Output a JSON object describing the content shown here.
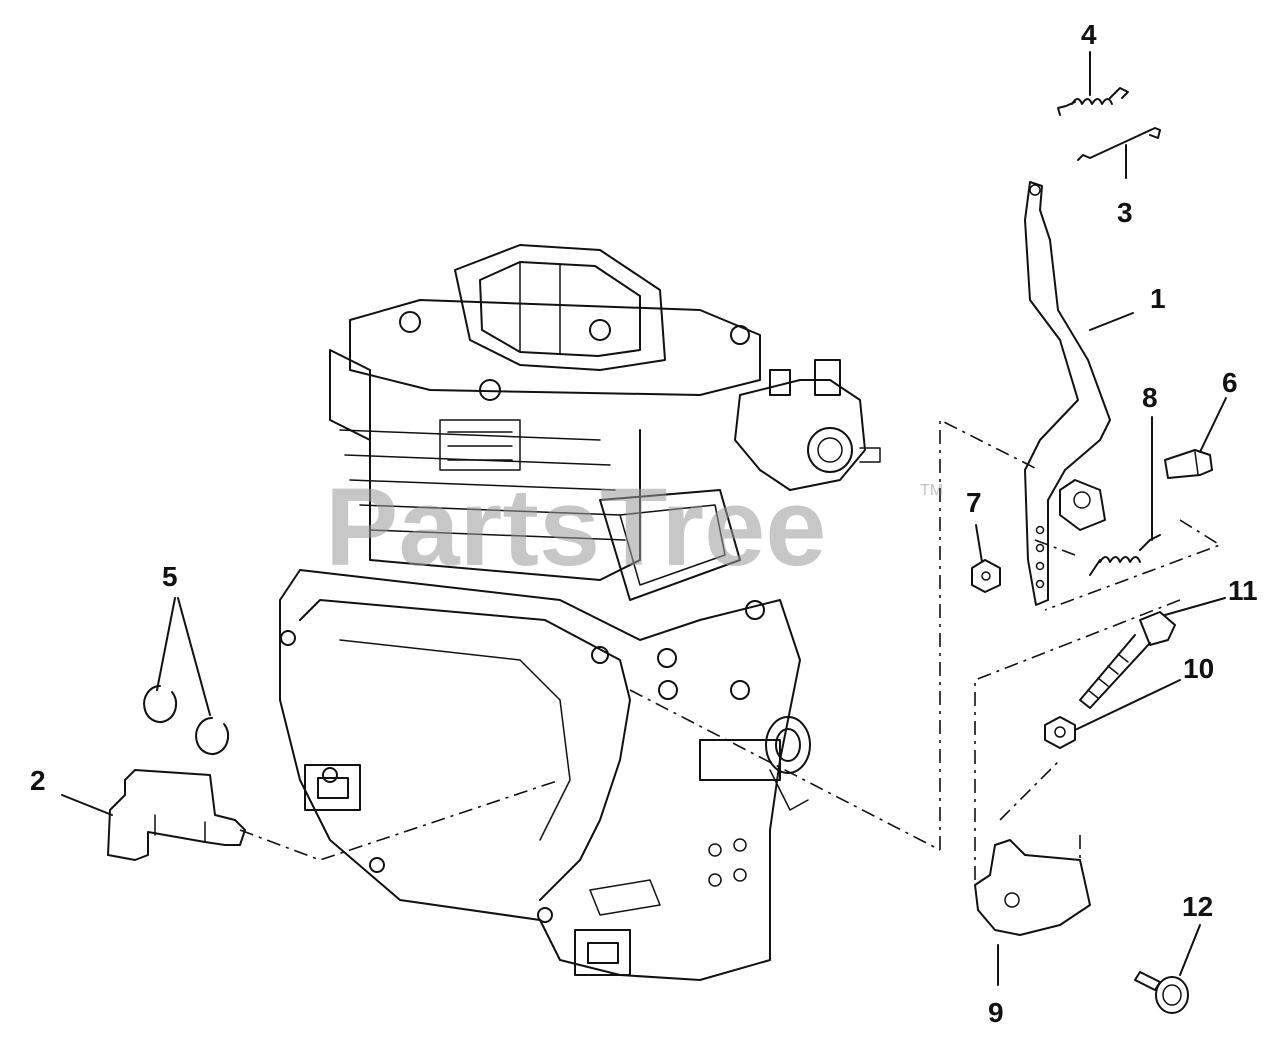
{
  "watermark": {
    "brand": "PartsTree",
    "trademark": "TM"
  },
  "callouts": [
    {
      "id": "1",
      "label": "1"
    },
    {
      "id": "2",
      "label": "2"
    },
    {
      "id": "3",
      "label": "3"
    },
    {
      "id": "4",
      "label": "4"
    },
    {
      "id": "5",
      "label": "5"
    },
    {
      "id": "6",
      "label": "6"
    },
    {
      "id": "7",
      "label": "7"
    },
    {
      "id": "8",
      "label": "8"
    },
    {
      "id": "9",
      "label": "9"
    },
    {
      "id": "10",
      "label": "10"
    },
    {
      "id": "11",
      "label": "11"
    },
    {
      "id": "12",
      "label": "12"
    }
  ]
}
